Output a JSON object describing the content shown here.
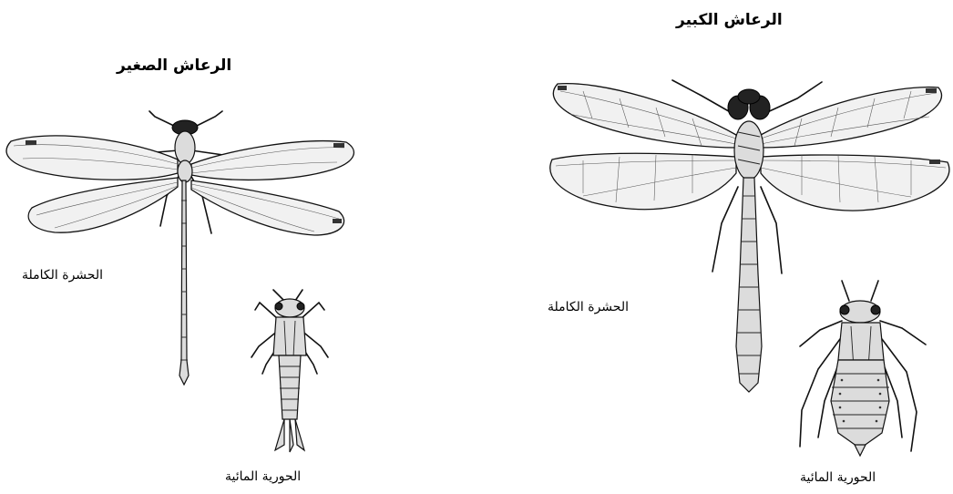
{
  "figure": {
    "damselfly": {
      "title": "الرعاش الصغير",
      "adult_label": "الحشرة الكاملة",
      "nymph_label": "الحورية المائية"
    },
    "dragonfly": {
      "title": "الرعاش الكبير",
      "adult_label": "الحشرة الكاملة",
      "nymph_label": "الحورية المائية"
    }
  }
}
